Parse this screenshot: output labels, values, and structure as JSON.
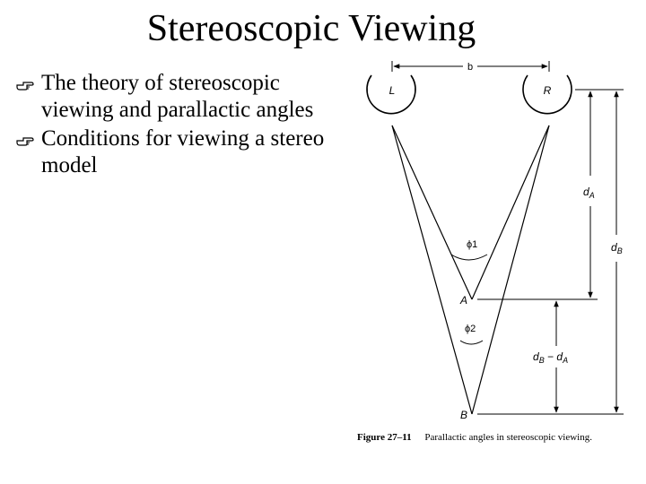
{
  "slide": {
    "title": "Stereoscopic Viewing",
    "bullets": [
      {
        "text": "The theory of stereoscopic viewing and parallactic angles",
        "icon": "hand-pointer-icon"
      },
      {
        "text": "Conditions for viewing a stereo model",
        "icon": "hand-pointer-icon"
      }
    ]
  },
  "figure": {
    "labels": {
      "base": "b",
      "left_eye": "L",
      "right_eye": "R",
      "dist_a": "dA",
      "dist_b": "dB",
      "dist_diff": "dB − dA",
      "point_a": "A",
      "point_b": "B",
      "angle_1": "ϕ1",
      "angle_2": "ϕ2"
    },
    "caption_number": "Figure 27–11",
    "caption_text": "Parallactic angles in stereoscopic viewing."
  }
}
